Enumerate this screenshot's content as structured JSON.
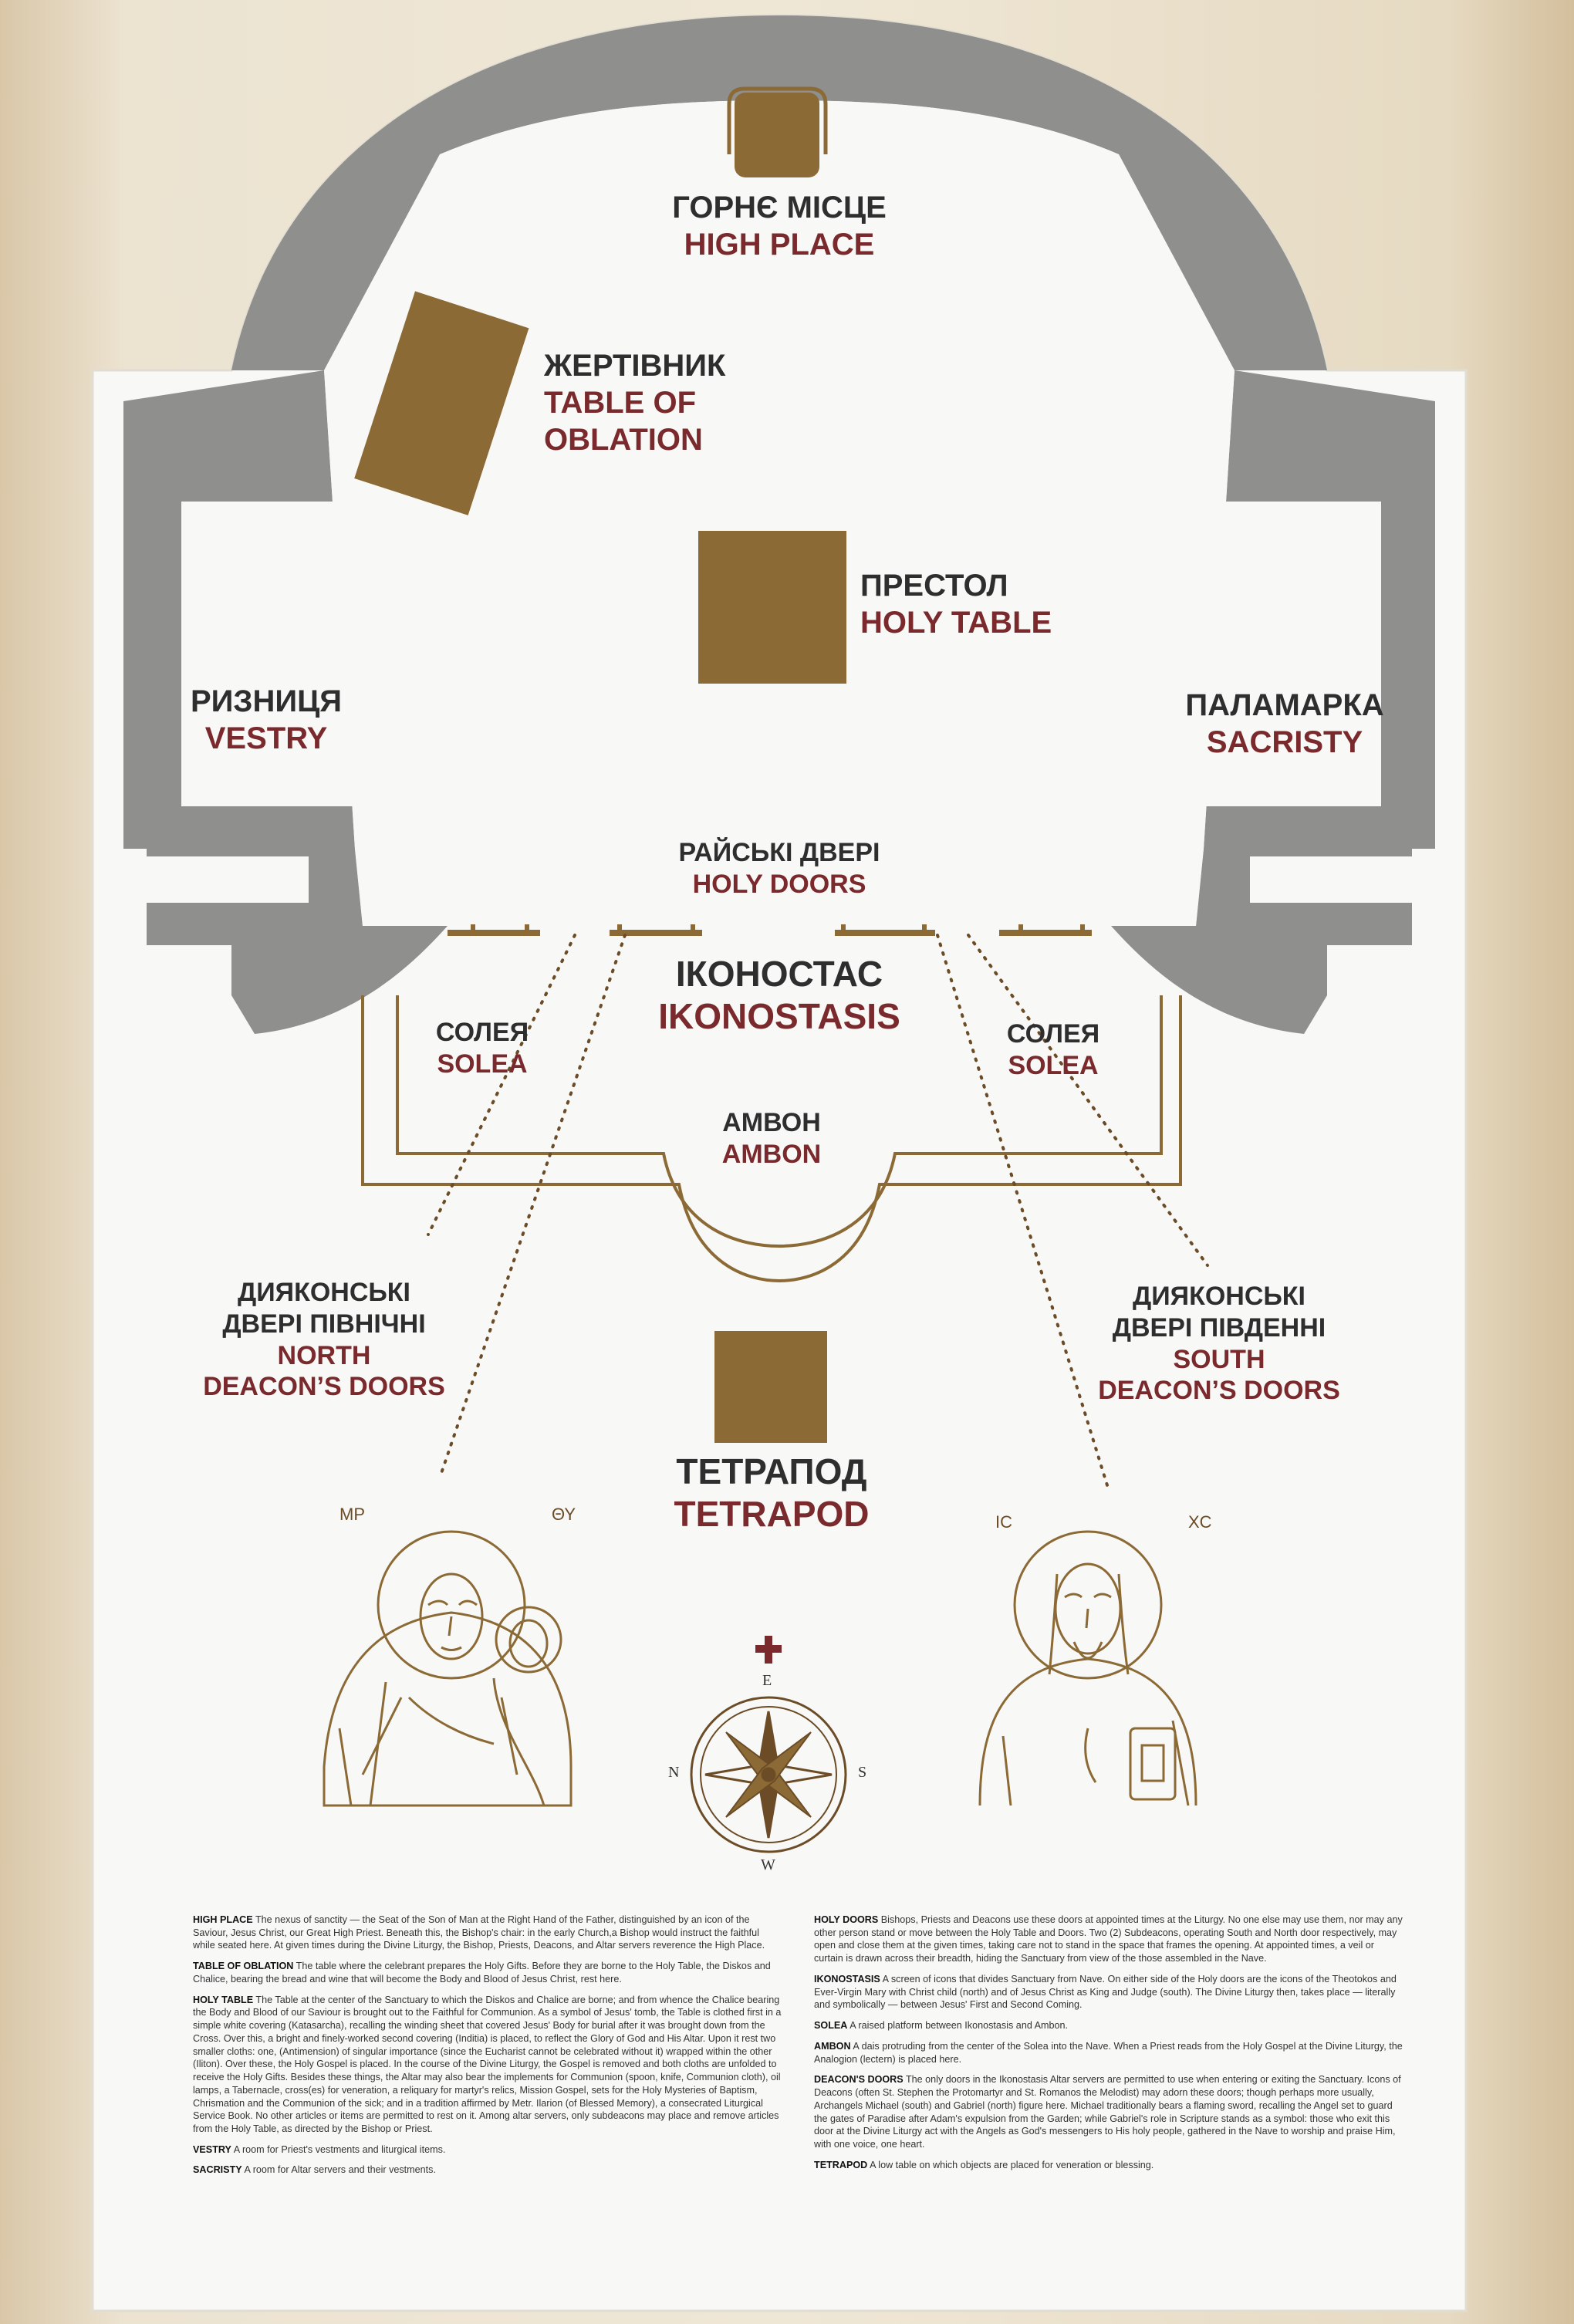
{
  "labels": {
    "high_place": {
      "uk": "ГОРНЄ МІСЦЕ",
      "en": "HIGH PLACE"
    },
    "table_of_oblation": {
      "uk": "ЖЕРТІВНИК",
      "en1": "TABLE OF",
      "en2": "OBLATION"
    },
    "holy_table": {
      "uk": "ПРЕСТОЛ",
      "en": "HOLY TABLE"
    },
    "vestry": {
      "uk": "РИЗНИЦЯ",
      "en": "VESTRY"
    },
    "sacristy": {
      "uk": "ПАЛАМАРКА",
      "en": "SACRISTY"
    },
    "holy_doors": {
      "uk": "РАЙСЬКІ ДВЕРІ",
      "en": "HOLY DOORS"
    },
    "ikonostasis": {
      "uk": "ІКОНОСТАС",
      "en": "IKONOSTASIS"
    },
    "solea_left": {
      "uk": "СОЛЕЯ",
      "en": "SOLEA"
    },
    "solea_right": {
      "uk": "СОЛЕЯ",
      "en": "SOLEA"
    },
    "ambon": {
      "uk": "АМВОН",
      "en": "AMBON"
    },
    "north_doors": {
      "uk1": "ДИЯКОНСЬКІ",
      "uk2": "ДВЕРІ ПІВНІЧНІ",
      "en1": "NORTH",
      "en2": "DEACON’S DOORS"
    },
    "south_doors": {
      "uk1": "ДИЯКОНСЬКІ",
      "uk2": "ДВЕРІ ПІВДЕННІ",
      "en1": "SOUTH",
      "en2": "DEACON’S DOORS"
    },
    "tetrapod": {
      "uk": "ТЕТРАПОД",
      "en": "TETRAPOD"
    }
  },
  "icons": {
    "theotokos_left": "МР",
    "theotokos_right": "ΘΥ",
    "christ_left": "IC",
    "christ_right": "XC"
  },
  "compass": {
    "n": "N",
    "e": "E",
    "s": "S",
    "w": "W"
  },
  "notes": {
    "left": [
      {
        "term": "HIGH PLACE",
        "text": "The nexus of sanctity — the Seat of the Son of Man at the Right Hand of the Father, distinguished by an icon of the Saviour, Jesus Christ, our Great High Priest. Beneath this, the Bishop's chair: in the early Church,a Bishop would instruct the faithful while seated here. At given times during the Divine Liturgy, the Bishop, Priests, Deacons, and Altar servers reverence the High Place."
      },
      {
        "term": "TABLE OF OBLATION",
        "text": "The table where the celebrant prepares the Holy Gifts. Before they are borne to the Holy Table, the Diskos and Chalice, bearing the bread and wine that will become the Body and Blood of Jesus Christ, rest here."
      },
      {
        "term": "HOLY TABLE",
        "text": "The Table at the center of the Sanctuary to which the Diskos and Chalice are borne; and from whence the Chalice bearing the Body and Blood of our Saviour is brought out to the Faithful for Communion. As a symbol of Jesus' tomb, the Table is clothed first in a simple white covering (Katasarcha), recalling the winding sheet that covered Jesus' Body for burial after it was brought down from the Cross. Over this, a bright and finely-worked second covering (Inditia) is placed, to reflect the Glory of God and His Altar. Upon it rest two smaller cloths: one, (Antimension) of singular importance (since the Eucharist cannot be celebrated without it) wrapped within the other (Iliton). Over these, the Holy Gospel is placed. In the course of the Divine Liturgy, the Gospel is removed and both cloths are unfolded to receive the Holy Gifts. Besides these things, the Altar may also bear the implements for Communion (spoon, knife, Communion cloth), oil lamps, a Tabernacle, cross(es) for veneration, a reliquary for martyr's relics, Mission Gospel, sets for the Holy Mysteries of Baptism, Chrismation and the Communion of the sick; and in a tradition affirmed by Metr. Ilarion (of Blessed Memory), a consecrated Liturgical Service Book. No other articles or items are permitted to rest on it. Among altar servers, only subdeacons may place and remove articles from the Holy Table, as directed by the Bishop or Priest."
      },
      {
        "term": "VESTRY",
        "text": "A room for Priest's vestments and liturgical items."
      },
      {
        "term": "SACRISTY",
        "text": "A room for Altar servers and their vestments."
      }
    ],
    "right": [
      {
        "term": "HOLY DOORS",
        "text": "Bishops, Priests and Deacons use these doors at appointed times at the Liturgy. No one else may use them, nor may any other person stand or move between the Holy Table and Doors. Two (2) Subdeacons, operating South and North door respectively, may open and close them at the given times, taking care not to stand in the space that frames the opening. At appointed times, a veil or curtain is drawn across their breadth, hiding the Sanctuary from view of the those assembled in the Nave."
      },
      {
        "term": "IKONOSTASIS",
        "text": "A screen of icons that divides Sanctuary from Nave. On either side of the Holy doors are the icons of the Theotokos and Ever-Virgin Mary with Christ child (north) and of Jesus Christ as King and Judge (south). The Divine Liturgy then, takes place — literally and symbolically — between Jesus' First and Second Coming."
      },
      {
        "term": "SOLEA",
        "text": "A raised platform between Ikonostasis and Ambon."
      },
      {
        "term": "AMBON",
        "text": "A dais protruding from the center of the Solea into the Nave. When a Priest reads from the Holy Gospel at the Divine Liturgy, the Analogion (lectern) is placed here."
      },
      {
        "term": "DEACON'S DOORS",
        "text": "The only doors in the Ikonostasis Altar servers are permitted to use when entering or exiting the Sanctuary. Icons of Deacons (often St. Stephen the Protomartyr and St. Romanos the Melodist) may adorn these doors; though perhaps more usually, Archangels Michael (south) and Gabriel (north) figure here. Michael traditionally bears a flaming sword, recalling the Angel set to guard the gates of Paradise after Adam's expulsion from the Garden; while Gabriel's role in Scripture stands as a symbol: those who exit this door at the Divine Liturgy act with the Angels as God's messengers to His holy people, gathered in the Nave to worship and praise Him, with one voice, one heart."
      },
      {
        "term": "TETRAPOD",
        "text": "A low table on which objects are placed for veneration or blessing."
      }
    ]
  },
  "colors": {
    "poster": "#f8f8f7",
    "wall_gray": "#8f8f8d",
    "gold": "#8b6a35",
    "maroon": "#7a2a2c",
    "line": "#8b6a35"
  }
}
